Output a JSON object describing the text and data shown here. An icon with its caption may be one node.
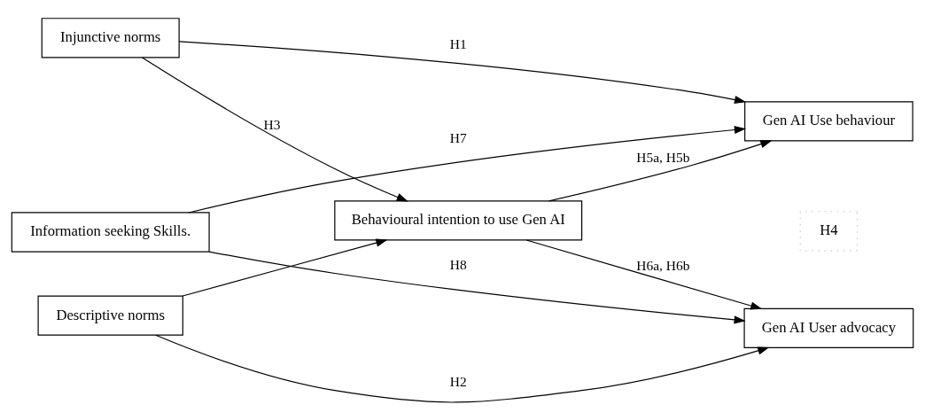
{
  "diagram": {
    "nodes": [
      {
        "text": [
          "Injunctive norms"
        ]
      },
      {
        "text": [
          "Information seeking Skills."
        ]
      },
      {
        "text": [
          "Descriptive norms"
        ]
      },
      {
        "text": [
          "Behavioural intention to use Gen AI"
        ]
      },
      {
        "text": [
          "Gen AI Use behaviour"
        ]
      },
      {
        "text": [
          "Gen AI User advocacy"
        ]
      }
    ],
    "edges": [
      {
        "from": 0,
        "to": 4,
        "arrow": "to",
        "label": "H1"
      },
      {
        "from": 0,
        "to": 3,
        "arrow": "to",
        "label": "H3"
      },
      {
        "from": 1,
        "to": 4,
        "arrow": "to",
        "label": "H7"
      },
      {
        "from": 1,
        "to": 5,
        "arrow": "to",
        "label": "H8"
      },
      {
        "from": 2,
        "to": 3,
        "arrow": "to"
      },
      {
        "from": 2,
        "to": 5,
        "arrow": "to",
        "label": "H2"
      },
      {
        "from": 3,
        "to": 4,
        "arrow": "to",
        "label": "H5a, H5b"
      },
      {
        "from": 3,
        "to": 5,
        "arrow": "to",
        "label": "H6a, H6b"
      }
    ],
    "labels": [
      "H4"
    ]
  }
}
